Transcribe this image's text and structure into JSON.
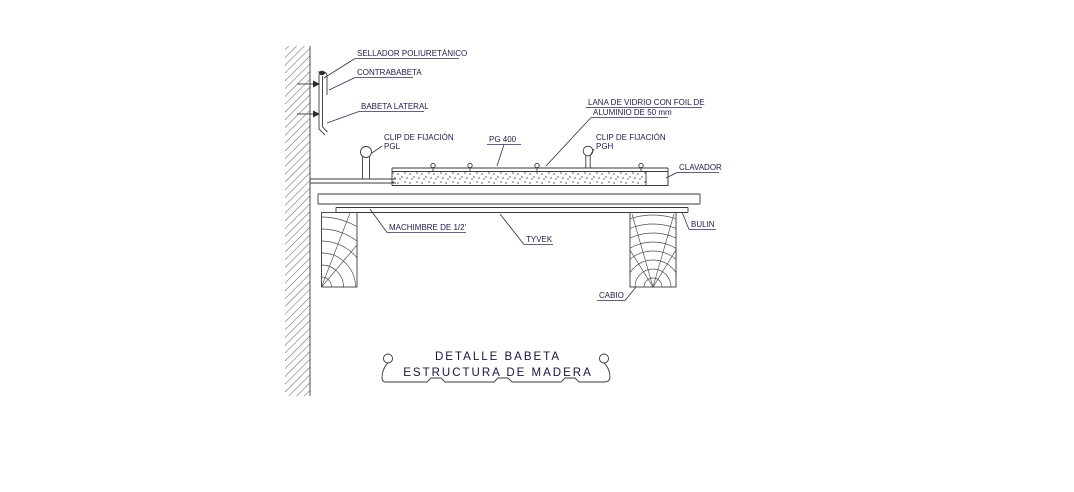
{
  "title": {
    "line1": "DETALLE BABETA",
    "line2": "ESTRUCTURA DE MADERA"
  },
  "labels": {
    "sellador": "SELLADOR POLIURETÁNICO",
    "contrababeta": "CONTRABABETA",
    "babeta_lateral": "BABETA LATERAL",
    "clip_pgl_line1": "CLIP DE FIJACIÓN",
    "clip_pgl_line2": "PGL",
    "pg400": "PG 400",
    "lana_line1": "LANA DE VIDRIO CON FOIL DE",
    "lana_line2": "ALUMINIO DE 50 mm",
    "clip_pgh_line1": "CLIP DE FIJACIÓN",
    "clip_pgh_line2": "PGH",
    "clavador": "CLAVADOR",
    "bulin": "BULIN",
    "machimbre": "MACHIMBRE DE 1/2'",
    "tyvek": "TYVEK",
    "cabio": "CABIO"
  },
  "colors": {
    "line": "#3a3a3a",
    "text": "#1c1c4a",
    "background": "#ffffff"
  }
}
